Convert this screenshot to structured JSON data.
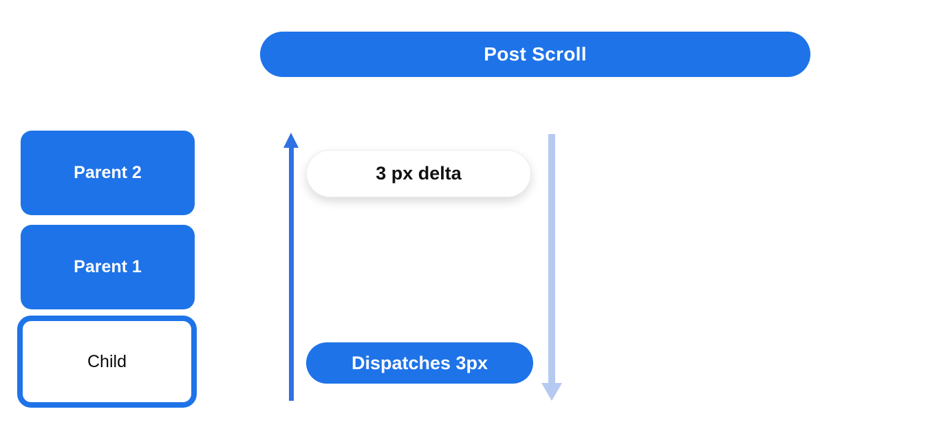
{
  "diagram": {
    "title_pill": {
      "label": "Post Scroll"
    },
    "nodes": [
      {
        "id": "parent-2",
        "label": "Parent 2",
        "type": "parent"
      },
      {
        "id": "parent-1",
        "label": "Parent 1",
        "type": "parent"
      },
      {
        "id": "child",
        "label": "Child",
        "type": "child"
      }
    ],
    "annotations": [
      {
        "id": "delta",
        "label": "3 px delta",
        "style": "white-pill"
      },
      {
        "id": "dispatch",
        "label": "Dispatches 3px",
        "style": "blue-pill"
      }
    ],
    "arrows": [
      {
        "id": "scroll-up-arrow",
        "direction": "up",
        "color": "#2e71e4"
      },
      {
        "id": "post-scroll-down-arrow",
        "direction": "down",
        "color": "#b6c9f1"
      }
    ],
    "colors": {
      "primary_blue": "#1e73e8",
      "arrow_blue": "#2e71e4",
      "light_blue": "#b6c9f1",
      "background": "#ffffff",
      "text_dark": "#0a0a0a",
      "text_light": "#ffffff"
    }
  }
}
